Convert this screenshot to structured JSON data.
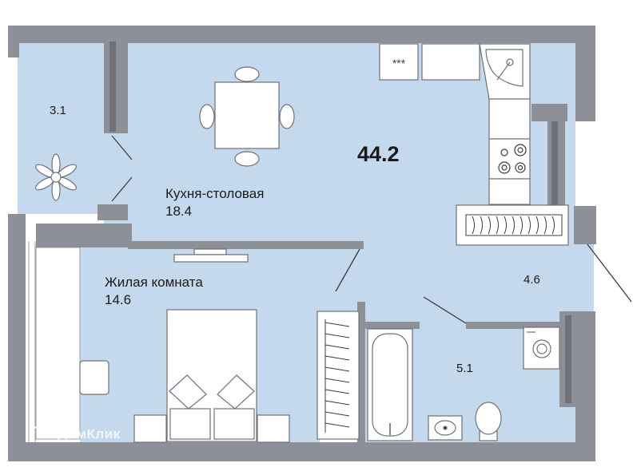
{
  "total_area": "44.2",
  "rooms": {
    "kitchen": {
      "name": "Кухня-столовая",
      "area": "18.4"
    },
    "living": {
      "name": "Жилая комната",
      "area": "14.6"
    },
    "balcony": {
      "area": "3.1"
    },
    "hall": {
      "area": "4.6"
    },
    "bathroom": {
      "area": "5.1"
    }
  },
  "stove_marks": "***",
  "watermark": "ДомКлик",
  "colors": {
    "floor": "#c4d9ee",
    "wall": "#8d9096",
    "wall_dark": "#6e7177",
    "furniture": "#ffffff",
    "stroke": "#7a7d82"
  }
}
